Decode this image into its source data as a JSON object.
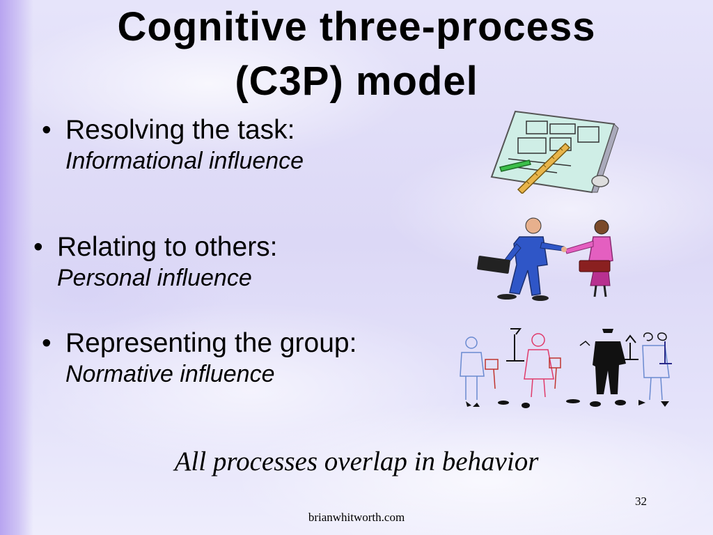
{
  "slide": {
    "title_line1": "Cognitive three-process",
    "title_line2": "(C3P) model",
    "bullets": [
      {
        "main": "Resolving the task:",
        "sub": "Informational influence"
      },
      {
        "main": "Relating to others:",
        "sub": "Personal influence"
      },
      {
        "main": "Representing the group:",
        "sub": "Normative influence"
      }
    ],
    "bullet_glyph": "•",
    "tagline": "All processes overlap in behavior",
    "slide_number": "32",
    "footer": "brianwhitworth.com"
  },
  "icons": [
    "blueprint-ruler-icon",
    "handshake-people-icon",
    "group-people-icon"
  ],
  "colors": {
    "background": "#dcd8f6",
    "left_bar": "#b8a4f0",
    "text": "#000000"
  }
}
